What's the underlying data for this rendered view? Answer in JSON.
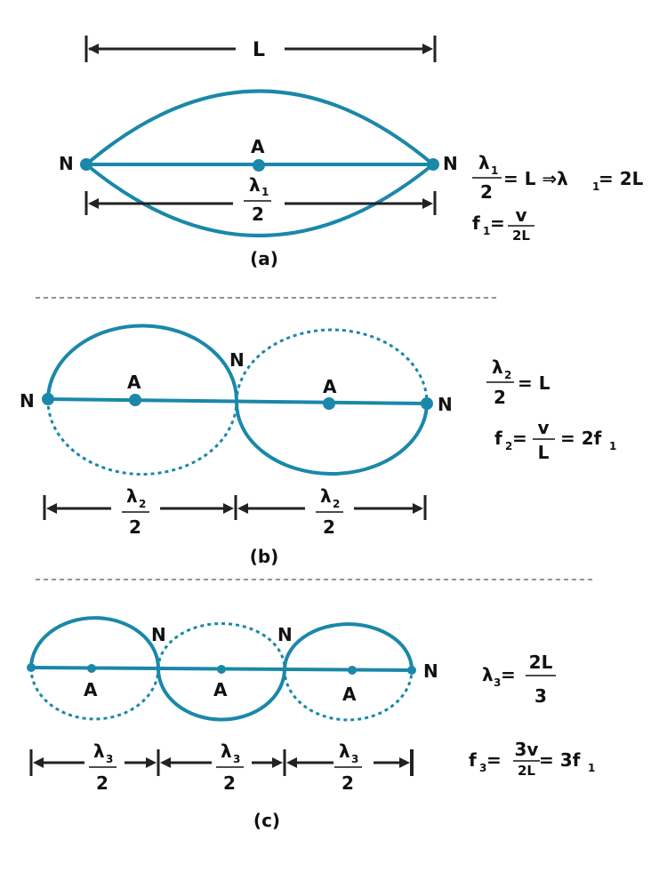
{
  "colors": {
    "wave": "#1a88a8",
    "dimension": "#222222"
  },
  "panel_a": {
    "caption": "(a)",
    "length_label": "L",
    "node_label": "N",
    "antinode_label": "A",
    "dim_lambda": "λ",
    "dim_sub": "1",
    "dim_den": "2",
    "eq1": {
      "lam": "λ",
      "sub": "1",
      "den": "2",
      "rhs": "= L ⇒λ",
      "sub2": "1",
      "rhs2": "= 2L"
    },
    "eq2": {
      "f": "f",
      "sub": "1",
      "eq": "=",
      "num": "v",
      "den": "2L"
    }
  },
  "panel_b": {
    "caption": "(b)",
    "node_label": "N",
    "antinode_label": "A",
    "dim_lambda": "λ",
    "dim_sub": "2",
    "dim_den": "2",
    "eq1": {
      "lam": "λ",
      "sub": "2",
      "den": "2",
      "rhs": "= L"
    },
    "eq2": {
      "f": "f",
      "sub": "2",
      "eq": "=",
      "num": "v",
      "den": "L",
      "rhs": "= 2f",
      "rhs_sub": "1"
    }
  },
  "panel_c": {
    "caption": "(c)",
    "node_label": "N",
    "antinode_label": "A",
    "dim_lambda": "λ",
    "dim_sub": "3",
    "dim_den": "2",
    "eq1": {
      "lam": "λ",
      "sub": "3",
      "eq": "=",
      "num": "2L",
      "den": "3"
    },
    "eq2": {
      "f": "f",
      "sub": "3",
      "eq": "=",
      "num": "3v",
      "den": "2L",
      "rhs": "= 3f",
      "rhs_sub": "1"
    }
  }
}
